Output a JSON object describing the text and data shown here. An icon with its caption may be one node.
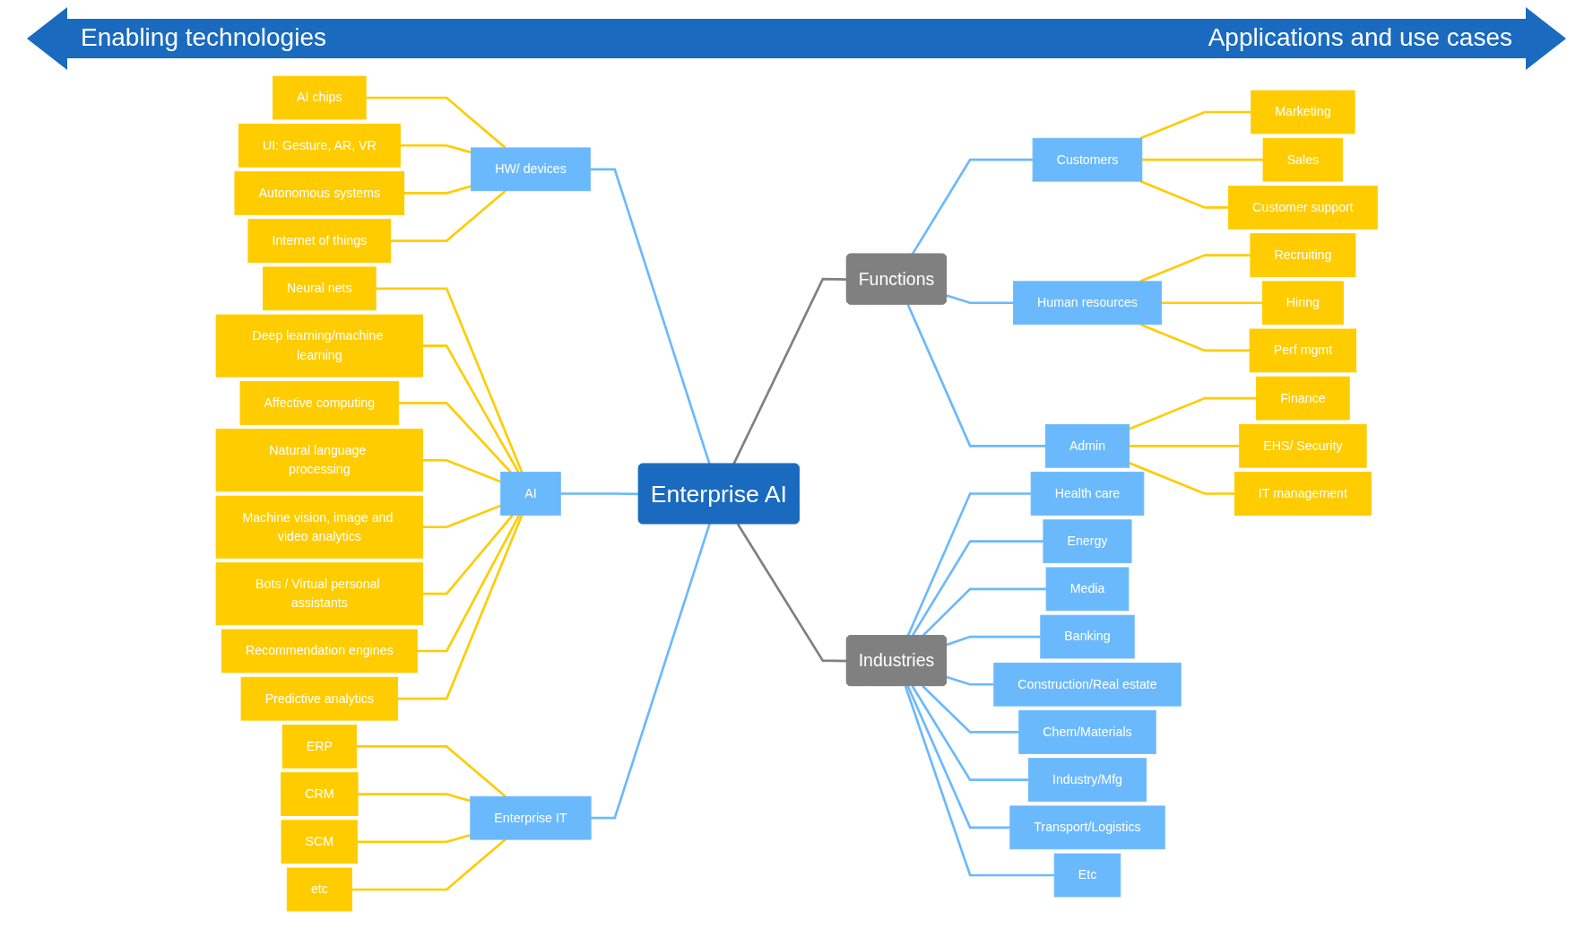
{
  "diagram": {
    "nodes": [
      {
        "text": [
          "Enterprise AI"
        ]
      },
      {
        "text": [
          "HW/ devices"
        ]
      },
      {
        "text": [
          "AI chips"
        ]
      },
      {
        "text": [
          "UI: Gesture, AR, VR"
        ]
      },
      {
        "text": [
          "Autonomous systems"
        ]
      },
      {
        "text": [
          "Internet of things"
        ]
      },
      {
        "text": [
          "AI"
        ]
      },
      {
        "text": [
          "Neural nets"
        ]
      },
      {
        "text": [
          "Deep learning/machine learning"
        ]
      },
      {
        "text": [
          "Affective computing"
        ]
      },
      {
        "text": [
          "Natural language processing"
        ]
      },
      {
        "text": [
          "Machine vision, image and video analytics"
        ]
      },
      {
        "text": [
          "Bots / Virtual personal assistants"
        ]
      },
      {
        "text": [
          "Recommendation engines"
        ]
      },
      {
        "text": [
          "Predictive analytics"
        ]
      },
      {
        "text": [
          "Enterprise IT"
        ]
      },
      {
        "text": [
          "ERP"
        ]
      },
      {
        "text": [
          "CRM"
        ]
      },
      {
        "text": [
          "SCM"
        ]
      },
      {
        "text": [
          "etc"
        ]
      },
      {
        "text": [
          "Functions"
        ]
      },
      {
        "text": [
          "Customers"
        ]
      },
      {
        "text": [
          "Marketing"
        ]
      },
      {
        "text": [
          "Sales"
        ]
      },
      {
        "text": [
          "Customer support"
        ]
      },
      {
        "text": [
          "Human resources"
        ]
      },
      {
        "text": [
          "Recruiting"
        ]
      },
      {
        "text": [
          "Hiring"
        ]
      },
      {
        "text": [
          "Perf mgmt"
        ]
      },
      {
        "text": [
          "Admin"
        ]
      },
      {
        "text": [
          "Finance"
        ]
      },
      {
        "text": [
          "EHS/ Security"
        ]
      },
      {
        "text": [
          "IT management"
        ]
      },
      {
        "text": [
          "Industries"
        ]
      },
      {
        "text": [
          "Health care"
        ]
      },
      {
        "text": [
          "Energy"
        ]
      },
      {
        "text": [
          "Media"
        ]
      },
      {
        "text": [
          "Banking"
        ]
      },
      {
        "text": [
          "Construction/Real estate"
        ]
      },
      {
        "text": [
          "Chem/Materials"
        ]
      },
      {
        "text": [
          "Industry/Mfg"
        ]
      },
      {
        "text": [
          "Transport/Logistics"
        ]
      },
      {
        "text": [
          "Etc"
        ]
      }
    ],
    "edges": [
      {
        "from": 2,
        "to": 1,
        "arrow": "none"
      },
      {
        "from": 3,
        "to": 1,
        "arrow": "none"
      },
      {
        "from": 4,
        "to": 1,
        "arrow": "none"
      },
      {
        "from": 5,
        "to": 1,
        "arrow": "none"
      },
      {
        "from": 1,
        "to": 0,
        "arrow": "none",
        "color": "#6bb9fd"
      },
      {
        "from": 7,
        "to": 6,
        "arrow": "none"
      },
      {
        "from": 8,
        "to": 6,
        "arrow": "none"
      },
      {
        "from": 9,
        "to": 6,
        "arrow": "none"
      },
      {
        "from": 10,
        "to": 6,
        "arrow": "none"
      },
      {
        "from": 11,
        "to": 6,
        "arrow": "none"
      },
      {
        "from": 12,
        "to": 6,
        "arrow": "none"
      },
      {
        "from": 13,
        "to": 6,
        "arrow": "none"
      },
      {
        "from": 14,
        "to": 6,
        "arrow": "none"
      },
      {
        "from": 6,
        "to": 0,
        "arrow": "none",
        "color": "#6bb9fd"
      },
      {
        "from": 16,
        "to": 15,
        "arrow": "none"
      },
      {
        "from": 17,
        "to": 15,
        "arrow": "none"
      },
      {
        "from": 18,
        "to": 15,
        "arrow": "none"
      },
      {
        "from": 19,
        "to": 15,
        "arrow": "none"
      },
      {
        "from": 15,
        "to": 0,
        "arrow": "none",
        "color": "#6bb9fd"
      },
      {
        "from": 0,
        "to": 20,
        "arrow": "none",
        "color": "#808080"
      },
      {
        "from": 20,
        "to": 21,
        "arrow": "none",
        "color": "#6bb9fd"
      },
      {
        "from": 21,
        "to": 22,
        "arrow": "none"
      },
      {
        "from": 21,
        "to": 23,
        "arrow": "none"
      },
      {
        "from": 21,
        "to": 24,
        "arrow": "none"
      },
      {
        "from": 20,
        "to": 25,
        "arrow": "none",
        "color": "#6bb9fd"
      },
      {
        "from": 25,
        "to": 26,
        "arrow": "none"
      },
      {
        "from": 25,
        "to": 27,
        "arrow": "none"
      },
      {
        "from": 25,
        "to": 28,
        "arrow": "none"
      },
      {
        "from": 20,
        "to": 29,
        "arrow": "none",
        "color": "#6bb9fd"
      },
      {
        "from": 29,
        "to": 30,
        "arrow": "none"
      },
      {
        "from": 29,
        "to": 31,
        "arrow": "none"
      },
      {
        "from": 29,
        "to": 32,
        "arrow": "none"
      },
      {
        "from": 0,
        "to": 33,
        "arrow": "none",
        "color": "#808080"
      },
      {
        "from": 33,
        "to": 34,
        "arrow": "none",
        "color": "#6bb9fd"
      },
      {
        "from": 33,
        "to": 35,
        "arrow": "none",
        "color": "#6bb9fd"
      },
      {
        "from": 33,
        "to": 36,
        "arrow": "none",
        "color": "#6bb9fd"
      },
      {
        "from": 33,
        "to": 37,
        "arrow": "none",
        "color": "#6bb9fd"
      },
      {
        "from": 33,
        "to": 38,
        "arrow": "none",
        "color": "#6bb9fd"
      },
      {
        "from": 33,
        "to": 39,
        "arrow": "none",
        "color": "#6bb9fd"
      },
      {
        "from": 33,
        "to": 40,
        "arrow": "none",
        "color": "#6bb9fd"
      },
      {
        "from": 33,
        "to": 41,
        "arrow": "none",
        "color": "#6bb9fd"
      },
      {
        "from": 33,
        "to": 42,
        "arrow": "none",
        "color": "#6bb9fd"
      }
    ],
    "labels": [
      "Enabling technologies",
      "Applications and use cases"
    ]
  }
}
